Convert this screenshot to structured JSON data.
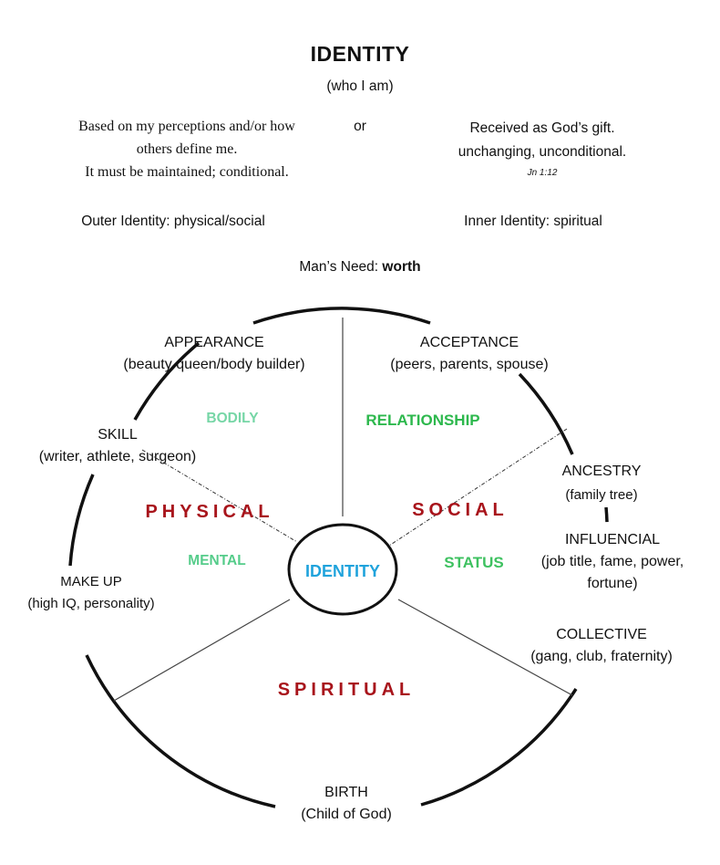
{
  "header": {
    "title": "IDENTITY",
    "subtitle": "(who I am)",
    "left_line1": "Based on my perceptions and/or how",
    "left_line2": "others define me.",
    "left_line3": "It must be maintained; conditional.",
    "or": "or",
    "right_line1": "Received as God’s gift.",
    "right_line2": "unchanging, unconditional.",
    "right_ref": "Jn 1:12",
    "outer": "Outer Identity: physical/social",
    "inner": "Inner Identity: spiritual",
    "need_prefix": "Man’s Need: ",
    "need_word": "worth"
  },
  "diagram": {
    "center": "IDENTITY",
    "categories": {
      "physical": "PHYSICAL",
      "social": "SOCIAL",
      "spiritual": "SPIRITUAL"
    },
    "subcategories": {
      "bodily": "BODILY",
      "mental": "MENTAL",
      "relationship": "RELATIONSHIP",
      "status": "STATUS"
    },
    "labels": {
      "appearance": {
        "title": "APPEARANCE",
        "detail": "(beauty queen/body builder)"
      },
      "acceptance": {
        "title": "ACCEPTANCE",
        "detail": "(peers, parents, spouse)"
      },
      "skill": {
        "title": "SKILL",
        "detail": "(writer, athlete, surgeon)"
      },
      "ancestry": {
        "title": "ANCESTRY",
        "detail": "(family tree)"
      },
      "influencial": {
        "title": "INFLUENCIAL",
        "detail1": "(job title, fame, power,",
        "detail2": "fortune)"
      },
      "makeup": {
        "title": "MAKE UP",
        "detail": "(high IQ, personality)"
      },
      "collective": {
        "title": "COLLECTIVE",
        "detail": "(gang, club, fraternity)"
      },
      "birth": {
        "title": "BIRTH",
        "detail": "(Child of God)"
      }
    }
  },
  "colors": {
    "category_red": "#a8141b",
    "center_blue": "#1fa3dc",
    "bodily_green": "#76d6a6",
    "mental_green": "#55cc8a",
    "relationship_green": "#2db84d",
    "status_green": "#3ec160"
  }
}
